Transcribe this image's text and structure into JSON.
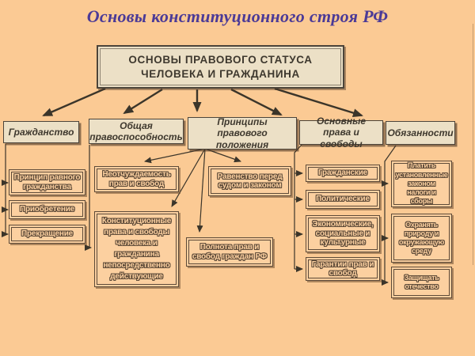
{
  "title": "Основы конституционного строя РФ",
  "root": "ОСНОВЫ ПРАВОВОГО СТАТУСА ЧЕЛОВЕКА И ГРАЖДАНИНА",
  "columns": [
    {
      "header": "Гражданство",
      "items": [
        "Принцип равного гражданства",
        "Приобретение",
        "Прекращение"
      ]
    },
    {
      "header": "Общая правоспособность",
      "items": [
        "Неотчуждаемость прав и свобод",
        "Конституционные права и свободы человека и гражданина непосредственно действующие"
      ]
    },
    {
      "header": "Принципы правового положения",
      "items": [
        "Равенство перед судом и законом",
        "Полнота прав и свобод граждан РФ"
      ]
    },
    {
      "header": "Основные права и свободы",
      "items": [
        "Гражданские",
        "Политические",
        "Экономические, социальные и культурные",
        "Гарантии прав и свобод"
      ]
    },
    {
      "header": "Обязанности",
      "items": [
        "Платить установленные законом налоги и сборы",
        "Охранять природу и окружающую среду",
        "Защищать отечество"
      ]
    }
  ],
  "colors": {
    "background": "#fbca94",
    "title": "#4b3a97",
    "cream": "#ece0c6",
    "node": "#fcd0a0",
    "border": "#4c443a",
    "outline": "#5d4a38",
    "arrow": "#3b352a",
    "text": "#3e382e"
  }
}
